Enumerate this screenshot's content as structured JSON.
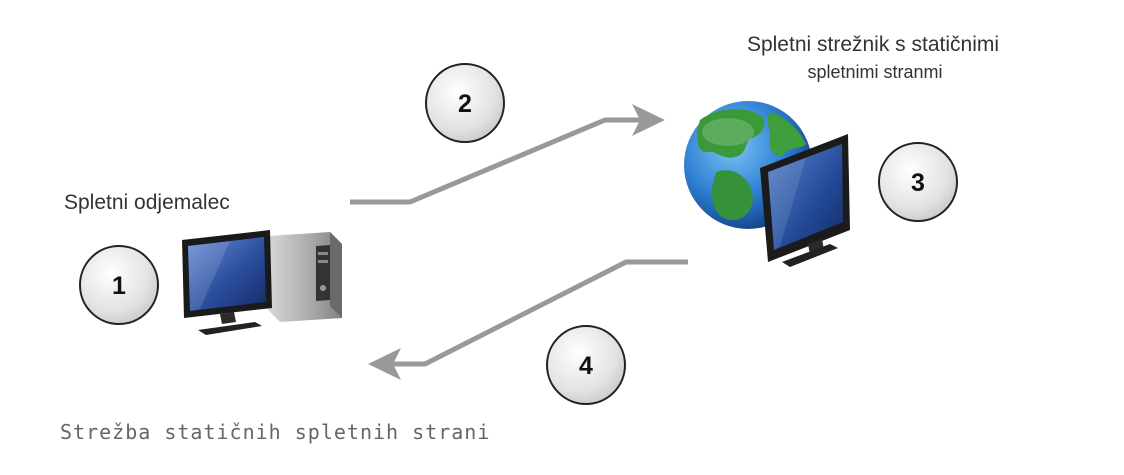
{
  "client": {
    "label": "Spletni odjemalec"
  },
  "server": {
    "label_line1": "Spletni strežnik s statičnimi",
    "label_line2": "spletnimi stranmi"
  },
  "steps": [
    "1",
    "2",
    "3",
    "4"
  ],
  "caption": "Strežba statičnih spletnih strani",
  "colors": {
    "arrow": "#999999",
    "circle_stroke": "#222222",
    "circle_fill": "#e8e8e8"
  },
  "icons": {
    "client": "desktop-computer-icon",
    "server": "globe-monitor-icon"
  }
}
